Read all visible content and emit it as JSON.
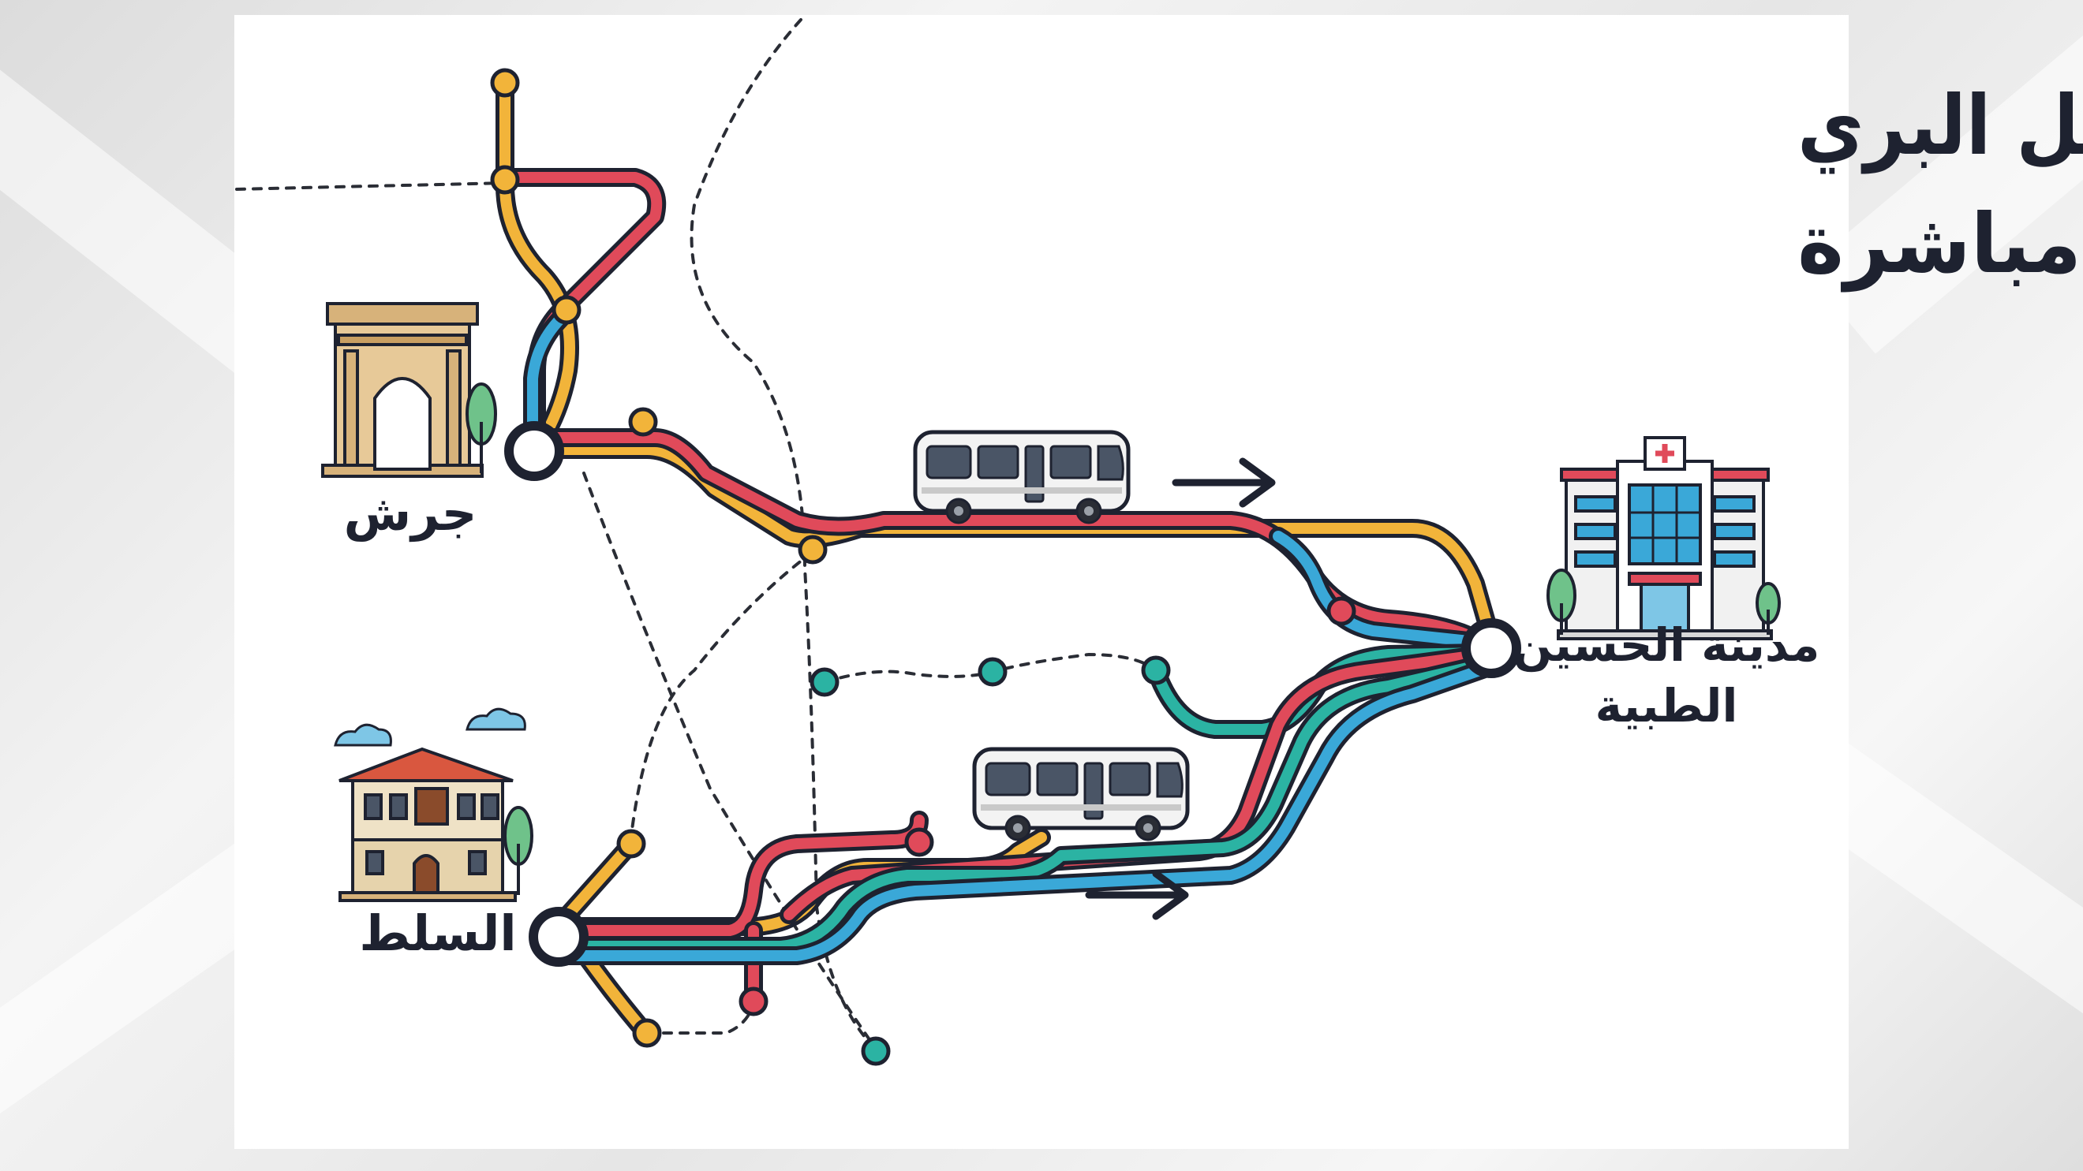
{
  "headline": {
    "line1": "هيئة تنظيم النقل البري",
    "line2": "تطلق خطوطاً مباشرة"
  },
  "places": {
    "jerash": "جرش",
    "salt": "السلط",
    "hospital_line1": "مدينة الحسين",
    "hospital_line2": "الطبية"
  },
  "icons": {
    "jerash_landmark": "hadrian-arch-icon",
    "salt_landmark": "heritage-house-icon",
    "hospital_landmark": "hospital-building-icon",
    "vehicle": "bus-icon",
    "direction": "arrow-right-icon"
  },
  "colors": {
    "headline": "#1e2230",
    "route_yellow": "#f2b43a",
    "route_red": "#e04a5a",
    "route_blue": "#3aa8d8",
    "route_teal": "#2bb3a3",
    "outline": "#1e2230",
    "path_dotted": "#2a2d35"
  }
}
